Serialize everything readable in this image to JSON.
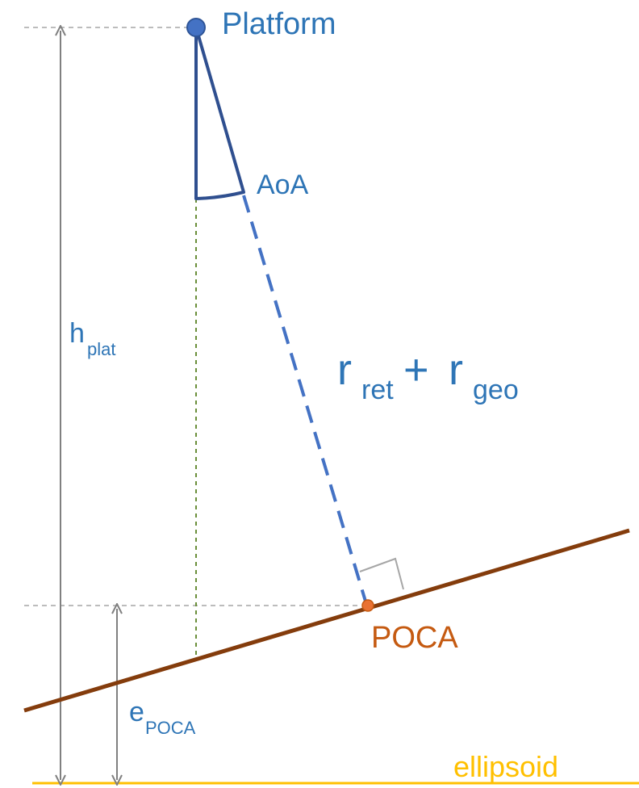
{
  "labels": {
    "platform": "Platform",
    "aoa": "AoA",
    "range_main_1": "r",
    "range_sub_1": "ret",
    "range_plus": "+",
    "range_main_2": "r",
    "range_sub_2": "geo",
    "h_main": "h",
    "h_sub": "plat",
    "e_main": "e",
    "e_sub": "POCA",
    "poca": "POCA",
    "ellipsoid": "ellipsoid"
  },
  "colors": {
    "platform_dot": "#4472c4",
    "label_blue": "#2e75b6",
    "beam_dark": "#2f4f8f",
    "range_dashed": "#4472c4",
    "terrain": "#843c0c",
    "poca": "#e97132",
    "ellipsoid": "#ffc000",
    "measure_gray": "#808080",
    "nadir_green": "#6a8f3a"
  }
}
